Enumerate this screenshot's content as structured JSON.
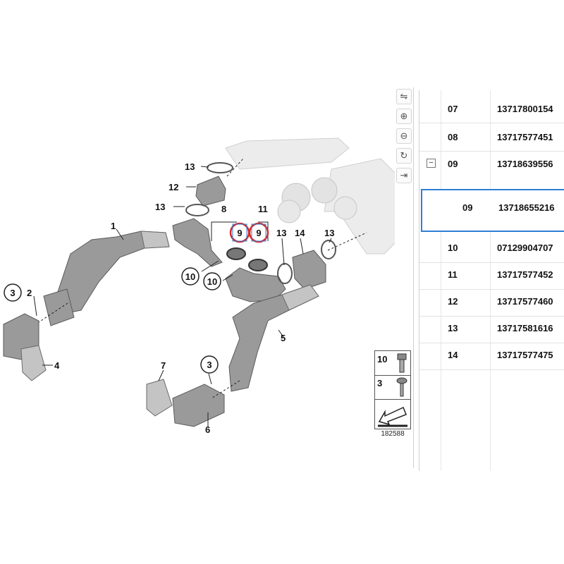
{
  "diagram": {
    "callouts": {
      "c1": "1",
      "c2": "2",
      "c3a": "3",
      "c3b": "3",
      "c4": "4",
      "c5": "5",
      "c6": "6",
      "c7": "7",
      "c8": "8",
      "c9a": "9",
      "c9b": "9",
      "c10a": "10",
      "c10b": "10",
      "c11": "11",
      "c12": "12",
      "c13a": "13",
      "c13b": "13",
      "c13c": "13",
      "c13d": "13",
      "c14": "14"
    },
    "legend": {
      "item1": "10",
      "item2": "3"
    },
    "diagram_id": "182588",
    "highlight_color": "#d42a2a"
  },
  "toolbar": {
    "buttons": [
      {
        "icon": "swap-arrows-icon",
        "glyph": "⇋"
      },
      {
        "icon": "zoom-in-icon",
        "glyph": "⊕"
      },
      {
        "icon": "zoom-out-icon",
        "glyph": "⊖"
      },
      {
        "icon": "reset-icon",
        "glyph": "↻"
      },
      {
        "icon": "fit-arrow-icon",
        "glyph": "⇥"
      }
    ]
  },
  "table": {
    "rows": [
      {
        "num": "07",
        "part": "13717800154"
      },
      {
        "num": "08",
        "part": "13717577451"
      },
      {
        "num": "09",
        "part": "13718639556",
        "expand": "−"
      },
      {
        "num": "09",
        "part": "13718655216",
        "selected": true
      },
      {
        "num": "10",
        "part": "07129904707"
      },
      {
        "num": "11",
        "part": "13717577452"
      },
      {
        "num": "12",
        "part": "13717577460"
      },
      {
        "num": "13",
        "part": "13717581616"
      },
      {
        "num": "14",
        "part": "13717577475"
      }
    ],
    "selection_color": "#2f7fd4"
  }
}
